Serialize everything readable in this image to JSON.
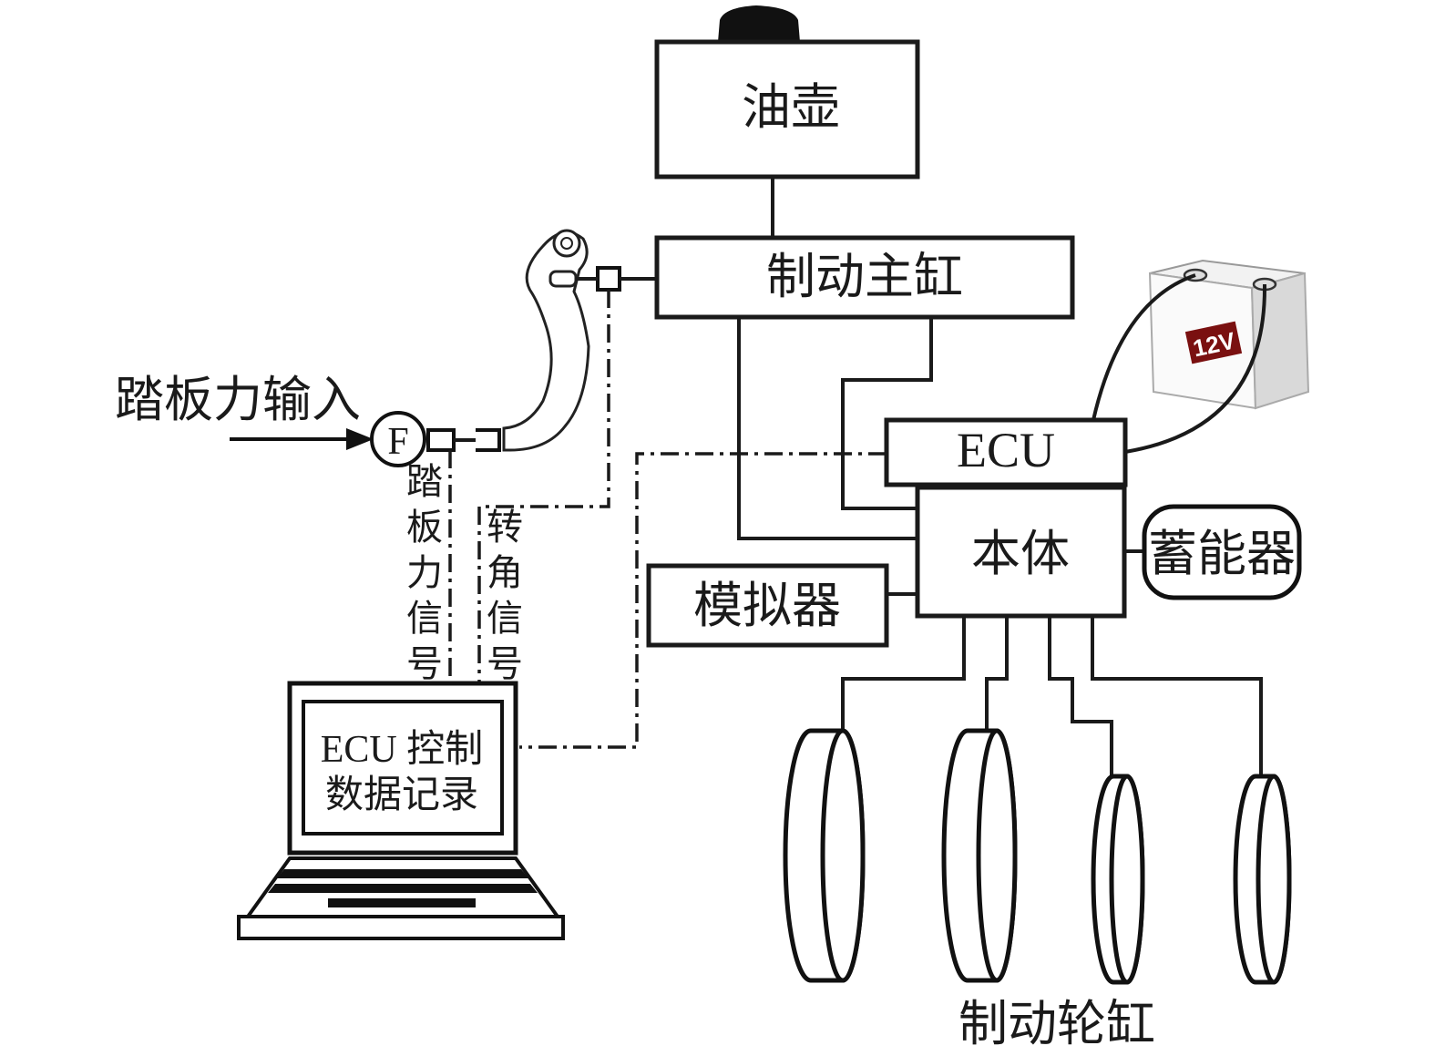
{
  "labels": {
    "oil_pot": "油壶",
    "master_cylinder": "制动主缸",
    "ecu": "ECU",
    "body": "本体",
    "accumulator": "蓄能器",
    "simulator": "模拟器",
    "pedal_force_input": "踏板力输入",
    "force_sensor": "F",
    "pedal_force_signal": [
      "踏",
      "板",
      "力",
      "信",
      "号"
    ],
    "angle_signal": [
      "转",
      "角",
      "信",
      "号"
    ],
    "laptop_line1": "ECU 控制",
    "laptop_line2": "数据记录",
    "wheel_cylinders": "制动轮缸",
    "battery": "12V"
  }
}
